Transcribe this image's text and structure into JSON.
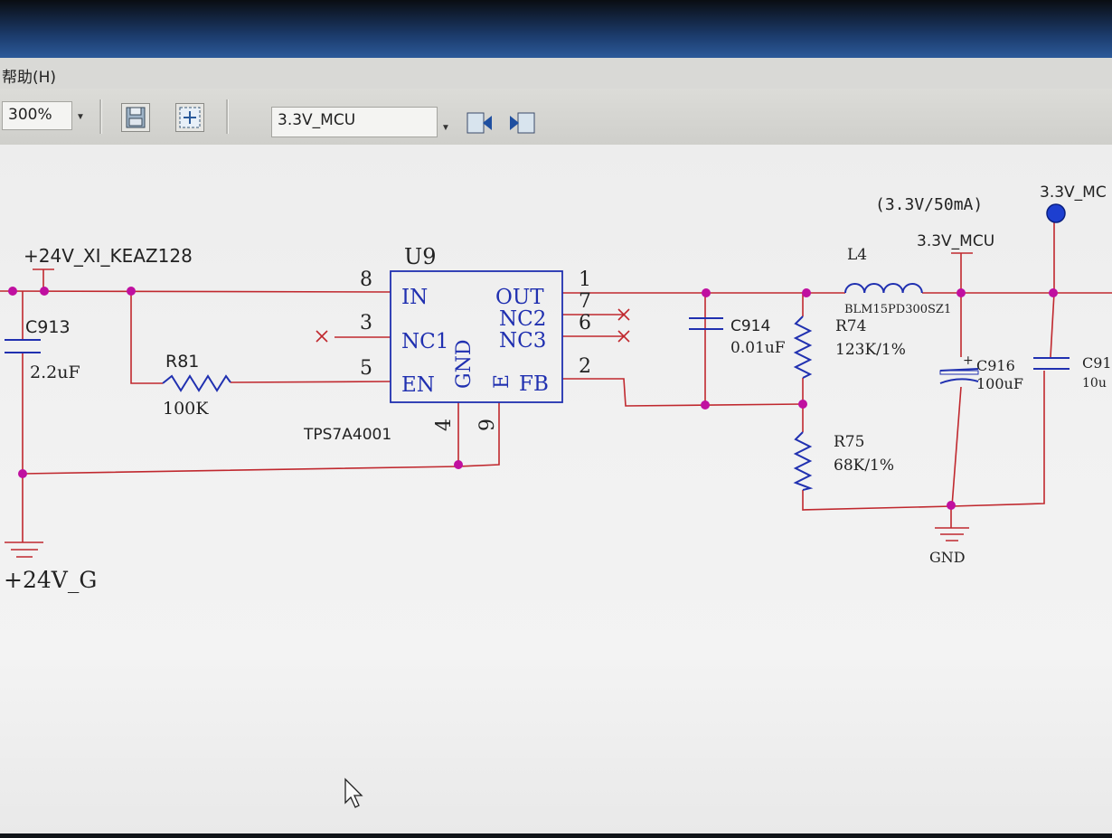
{
  "menubar": {
    "help_label": "帮助(H)"
  },
  "toolbar": {
    "zoom_value": "300%",
    "net_select_value": "3.3V_MCU"
  },
  "icons": [
    "save-icon",
    "fit-icon",
    "prev-net-icon",
    "next-net-icon",
    "mouse-cursor-icon"
  ],
  "schematic": {
    "net_input": "+24V_XI_KEAZ128",
    "ground_left": "+24V_G",
    "ic": {
      "ref": "U9",
      "part": "TPS7A4001",
      "pins": {
        "in_num": "8",
        "in_name": "IN",
        "nc1_num": "3",
        "nc1_name": "NC1",
        "en_num": "5",
        "en_name": "EN",
        "out_num": "1",
        "out_name": "OUT",
        "nc2_num": "7",
        "nc2_name": "NC2",
        "nc3_num": "6",
        "nc3_name": "NC3",
        "fb_num": "2",
        "fb_name": "FB",
        "gnd_num": "4",
        "gnd_name": "GND",
        "e_num": "9",
        "e_name": "E"
      }
    },
    "c913": {
      "ref": "C913",
      "value": "2.2uF"
    },
    "r81": {
      "ref": "R81",
      "value": "100K"
    },
    "c914": {
      "ref": "C914",
      "value": "0.01uF"
    },
    "r74": {
      "ref": "R74",
      "value": "123K/1%"
    },
    "r75": {
      "ref": "R75",
      "value": "68K/1%"
    },
    "l4": {
      "ref": "L4",
      "value": "BLM15PD300SZ1"
    },
    "c916": {
      "ref": "C916",
      "value": "100uF",
      "polarity": "+"
    },
    "c91x": {
      "ref": "C91",
      "value": "10u"
    },
    "net_mid": "3.3V_MCU",
    "net_right": "3.3V_MC",
    "current_note": "(3.3V/50mA)",
    "gnd_label": "GND"
  },
  "colors": {
    "wire": "#c0282e",
    "component": "#2030b0",
    "junction": "#c010a0",
    "text": "#222222",
    "port": "#1d3fd0"
  }
}
